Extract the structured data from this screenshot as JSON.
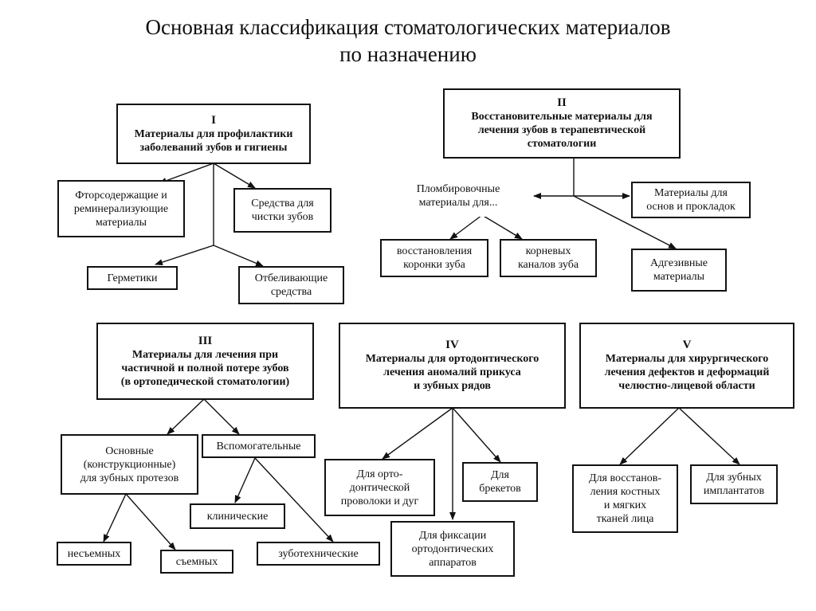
{
  "title": {
    "line1": "Основная классификация стоматологических материалов",
    "line2": "по назначению"
  },
  "groups": {
    "g1": {
      "num": "I",
      "lines": [
        "Материалы для профилактики",
        "заболеваний зубов и гигиены"
      ]
    },
    "g2": {
      "num": "II",
      "lines": [
        "Восстановительные материалы для",
        "лечения зубов в терапевтической",
        "стоматологии"
      ]
    },
    "g3": {
      "num": "III",
      "lines": [
        "Материалы для лечения при",
        "частичной и полной потере зубов",
        "(в ортопедической стоматологии)"
      ]
    },
    "g4": {
      "num": "IV",
      "lines": [
        "Материалы для ортодонтического",
        "лечения аномалий прикуса",
        "и зубных рядов"
      ]
    },
    "g5": {
      "num": "V",
      "lines": [
        "Материалы для хирургического",
        "лечения дефектов и деформаций",
        "челюстно-лицевой области"
      ]
    }
  },
  "nodes": {
    "fluoride": [
      "Фторсодержащие и",
      "реминерализующие",
      "материалы"
    ],
    "cleaning": [
      "Средства для",
      "чистки зубов"
    ],
    "sealants": [
      "Герметики"
    ],
    "whitening": [
      "Отбеливающие",
      "средства"
    ],
    "filling": [
      "Пломбировочные",
      "материалы для..."
    ],
    "bases": [
      "Материалы для",
      "основ и прокладок"
    ],
    "crown": [
      "восстановления",
      "коронки зуба"
    ],
    "root": [
      "корневых",
      "каналов зуба"
    ],
    "adhesive": [
      "Адгезивные",
      "материалы"
    ],
    "basic": [
      "Основные",
      "(конструкционные)",
      "для зубных протезов"
    ],
    "auxiliary": [
      "Вспомогательные"
    ],
    "fixed": [
      "несъемных"
    ],
    "removable": [
      "съемных"
    ],
    "clinical": [
      "клинические"
    ],
    "technical": [
      "зуботехнические"
    ],
    "wire": [
      "Для орто-",
      "донтической",
      "проволоки и дуг"
    ],
    "brackets": [
      "Для",
      "брекетов"
    ],
    "fixation": [
      "Для фиксации",
      "ортодонтических",
      "аппаратов"
    ],
    "restoration": [
      "Для восстанов-",
      "ления костных",
      "и мягких",
      "тканей лица"
    ],
    "implants": [
      "Для зубных",
      "имплантатов"
    ]
  }
}
